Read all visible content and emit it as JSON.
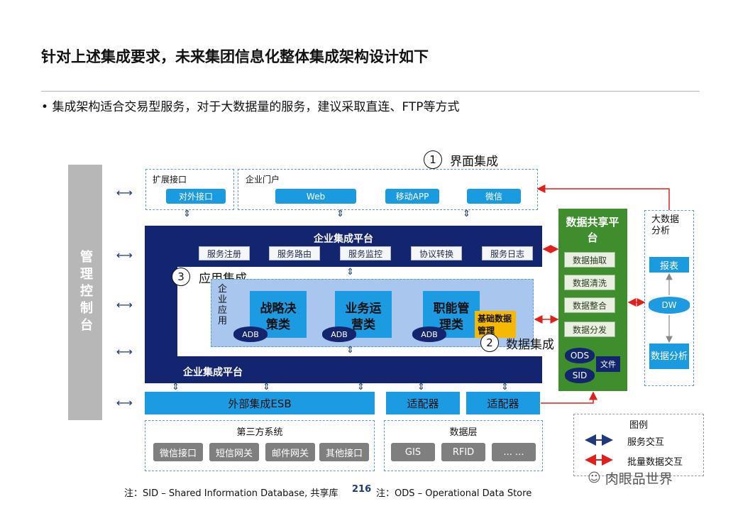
{
  "title": "针对上述集成要求，未来集团信息化整体集成架构设计如下",
  "bullet": "集成架构适合交易型服务，对于大数据量的服务，建议采取直连、FTP等方式",
  "management": "管理控制台",
  "ext_interface": {
    "label": "扩展接口",
    "button": "对外接口"
  },
  "portal": {
    "label": "企业门户",
    "items": [
      "Web",
      "移动APP",
      "微信"
    ]
  },
  "annotations": {
    "ui": {
      "num": "1",
      "text": "界面集成"
    },
    "data": {
      "num": "2",
      "text": "数据集成"
    },
    "app": {
      "num": "3",
      "text": "应用集成"
    }
  },
  "platform": {
    "top_title": "企业集成平台",
    "bottom_title": "企业集成平台",
    "services": [
      "服务注册",
      "服务路由",
      "服务监控",
      "协议转换",
      "服务日志"
    ]
  },
  "enterprise_apps": {
    "label": "企业应用",
    "blocks": [
      "战略决策类",
      "业务运营类",
      "职能管理类"
    ],
    "adb": "ADB",
    "master_data": "基础数据管理"
  },
  "data_sharing": {
    "title": "数据共享平台",
    "items": [
      "数据抽取",
      "数据清洗",
      "数据整合",
      "数据分发"
    ],
    "ods": "ODS",
    "sid": "SID",
    "file": "文件"
  },
  "big_data": {
    "title": "大数据分析",
    "report": "报表",
    "dw": "DW",
    "analysis": "数据分析"
  },
  "esb": "外部集成ESB",
  "adapters": [
    "适配器",
    "适配器"
  ],
  "third_party": {
    "label": "第三方系统",
    "items": [
      "微信接口",
      "短信网关",
      "邮件网关",
      "其他接口"
    ]
  },
  "data_layer": {
    "label": "数据层",
    "items": [
      "GIS",
      "RFID",
      "... ..."
    ]
  },
  "legend": {
    "title": "图例",
    "service": "服务交互",
    "batch": "批量数据交互"
  },
  "footnote_left": "注：SID – Shared Information Database, 共享库",
  "page_number": "216",
  "footnote_right": "注：ODS – Operational Data Store",
  "watermark": "肉眼品世界",
  "colors": {
    "navy": "#12256e",
    "blue": "#1d9be2",
    "green": "#3e8e2e",
    "red": "#e0201c",
    "gray": "#b7b7b7"
  }
}
